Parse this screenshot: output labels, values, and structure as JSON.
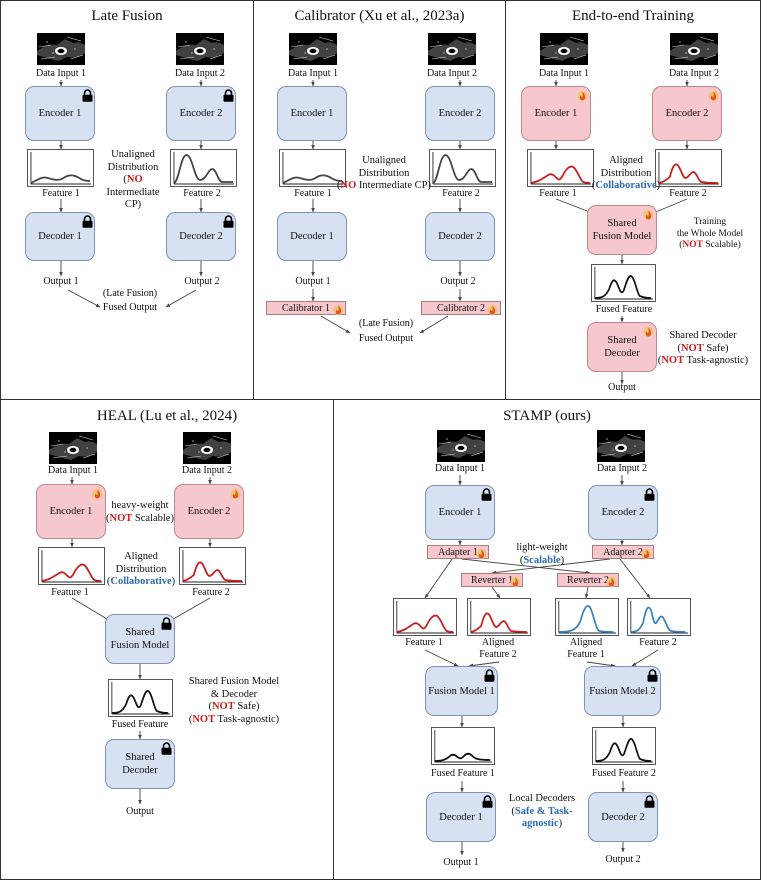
{
  "panels": {
    "late_fusion": {
      "title": "Late Fusion",
      "data_input_1": "Data Input 1",
      "data_input_2": "Data Input 2",
      "encoder_1": "Encoder 1",
      "encoder_2": "Encoder 2",
      "feature_1": "Feature 1",
      "feature_2": "Feature 2",
      "note_unaligned_1": "Unaligned",
      "note_unaligned_2": "Distribution",
      "note_no": "NO",
      "note_no_rest": " Intermediate",
      "note_cp": "CP)",
      "decoder_1": "Decoder 1",
      "decoder_2": "Decoder 2",
      "output_1": "Output 1",
      "output_2": "Output 2",
      "late_fusion_note": "(Late Fusion)",
      "fused_output": "Fused Output"
    },
    "calibrator": {
      "title": "Calibrator (Xu et al., 2023a)",
      "data_input_1": "Data Input 1",
      "data_input_2": "Data Input 2",
      "encoder_1": "Encoder 1",
      "encoder_2": "Encoder 2",
      "feature_1": "Feature 1",
      "feature_2": "Feature 2",
      "note_unaligned_1": "Unaligned",
      "note_unaligned_2": "Distribution",
      "note_no": "NO",
      "note_no_rest": " Intermediate CP)",
      "decoder_1": "Decoder 1",
      "decoder_2": "Decoder 2",
      "output_1": "Output 1",
      "output_2": "Output 2",
      "calibrator_1": "Calibrator 1",
      "calibrator_2": "Calibrator 2",
      "late_fusion_note": "(Late Fusion)",
      "fused_output": "Fused Output"
    },
    "end_to_end": {
      "title": "End-to-end Training",
      "data_input_1": "Data Input 1",
      "data_input_2": "Data Input 2",
      "encoder_1": "Encoder 1",
      "encoder_2": "Encoder 2",
      "feature_1": "Feature 1",
      "feature_2": "Feature 2",
      "note_aligned_1": "Aligned",
      "note_aligned_2": "Distribution",
      "note_collab": "Collaborative",
      "shared_fusion_1": "Shared",
      "shared_fusion_2": "Fusion Model",
      "note_training_1": "Training",
      "note_training_2": "the Whole Model",
      "note_not": "NOT",
      "note_scalable": " Scalable)",
      "fused_feature": "Fused Feature",
      "shared_decoder_1": "Shared",
      "shared_decoder_2": "Decoder",
      "note_shared_decoder": "Shared Decoder",
      "note_not_safe_a": "NOT",
      "note_not_safe_b": " Safe)",
      "note_not_task_a": "NOT",
      "note_not_task_b": " Task-agnostic)",
      "output": "Output"
    },
    "heal": {
      "title": "HEAL (Lu et al., 2024)",
      "data_input_1": "Data Input 1",
      "data_input_2": "Data Input 2",
      "encoder_1": "Encoder 1",
      "encoder_2": "Encoder 2",
      "note_heavy": "heavy-weight",
      "note_not": "NOT",
      "note_scalable": " Scalable)",
      "feature_1": "Feature 1",
      "feature_2": "Feature 2",
      "note_aligned_1": "Aligned",
      "note_aligned_2": "Distribution",
      "note_collab": "Collaborative",
      "shared_fusion_1": "Shared",
      "shared_fusion_2": "Fusion Model",
      "note_sfm_1": "Shared Fusion Model",
      "note_sfm_2": "& Decoder",
      "note_not_safe_a": "NOT",
      "note_not_safe_b": " Safe)",
      "note_not_task_a": "NOT",
      "note_not_task_b": " Task-agnostic)",
      "fused_feature": "Fused Feature",
      "shared_decoder_1": "Shared",
      "shared_decoder_2": "Decoder",
      "output": "Output"
    },
    "stamp": {
      "title": "STAMP (ours)",
      "data_input_1": "Data Input 1",
      "data_input_2": "Data Input 2",
      "encoder_1": "Encoder 1",
      "encoder_2": "Encoder 2",
      "adapter_1": "Adapter 1",
      "adapter_2": "Adapter 2",
      "note_light": "light-weight",
      "note_scalable": "Scalable",
      "reverter_1": "Reverter 1",
      "reverter_2": "Reverter 2",
      "feature_1": "Feature 1",
      "aligned_feature_2_a": "Aligned",
      "aligned_feature_2_b": "Feature 2",
      "aligned_feature_1_a": "Aligned",
      "aligned_feature_1_b": "Feature 1",
      "feature_2": "Feature 2",
      "fusion_model_1": "Fusion Model 1",
      "fusion_model_2": "Fusion Model 2",
      "fused_feature_1": "Fused Feature 1",
      "fused_feature_2": "Fused Feature 2",
      "decoder_1": "Decoder 1",
      "decoder_2": "Decoder 2",
      "note_local": "Local Decoders",
      "note_safe_1": "Safe & Task-",
      "note_safe_2": "agnostic",
      "output_1": "Output 1",
      "output_2": "Output 2"
    }
  },
  "colors": {
    "frozen_module": "#d6e1f2",
    "trainable_module": "#f6c7cd",
    "highlight_red": "#d11a1a",
    "highlight_blue": "#2a6db5",
    "curve_gray": "#444444",
    "curve_red": "#c81e1e",
    "curve_blue": "#3a7fbf",
    "curve_black": "#111111"
  },
  "icons": {
    "frozen": "lock-icon",
    "trainable": "flame-icon",
    "input": "lidar-image-icon"
  }
}
